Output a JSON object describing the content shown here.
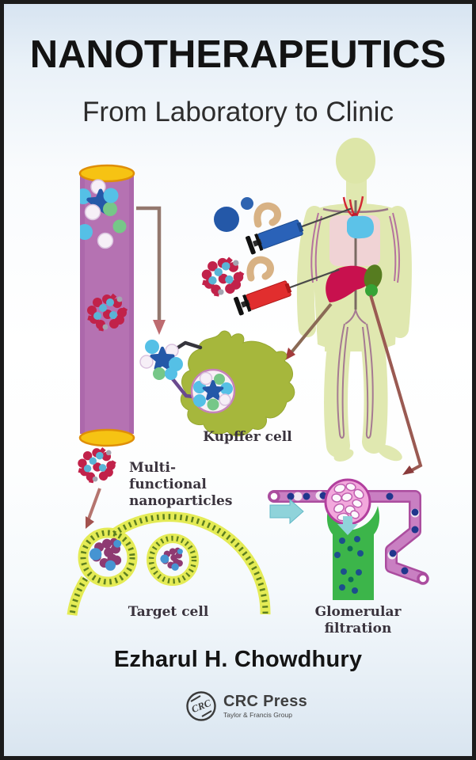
{
  "book": {
    "title": "NANOTHERAPEUTICS",
    "subtitle": "From Laboratory to Clinic",
    "author": "Ezharul H. Chowdhury"
  },
  "captions": {
    "kupffer_cell": "Kupffer cell",
    "multifunctional_line1": "Multi-functional",
    "multifunctional_line2": "nanoparticles",
    "target_cell": "Target cell",
    "glomerular_filtration": "Glomerular filtration"
  },
  "publisher": {
    "abbrev": "CRC",
    "name": "CRC Press",
    "tagline": "Taylor & Francis Group"
  },
  "illustration_icons": [
    "sample-vial-icon",
    "star-nanoparticle-icon",
    "spiky-nanoparticle-icon",
    "dose-circles-icon",
    "sirna-strand-icon",
    "syringe-icon",
    "human-body-icon",
    "kupffer-cell-icon",
    "target-cell-membrane-icon",
    "endosome-icon",
    "glomerulus-icon",
    "nephron-tubule-icon",
    "collecting-duct-icon",
    "flow-arrow-icon"
  ],
  "colors": {
    "border": "#1b1b1b",
    "background_top": "#d7e4f1",
    "background_mid": "#ffffff",
    "vial_purple": "#b572b2",
    "vial_cap_yellow": "#f6c313",
    "nanoparticle_blue": "#2458a8",
    "nanoparticle_cyan": "#55c0e6",
    "nanoparticle_green": "#76c788",
    "nanoparticle_crimson": "#c1224a",
    "sirna_tan": "#d8b284",
    "syringe_blue": "#2a62b8",
    "syringe_red": "#e12e2e",
    "body_silhouette": "#e0e8b0",
    "chest_pink": "#f0d3d5",
    "heart_blue": "#5cc2e8",
    "liver_red": "#c8114e",
    "spleen_green": "#567c20",
    "kupffer_green": "#a6b73c",
    "membrane_yellow": "#e4eb55",
    "membrane_stud_green": "#5d7f20",
    "endosome_purple": "#8e3a72",
    "tube_magenta": "#c36cb8",
    "duct_green": "#3cb54a",
    "flow_cyan": "#8fd3da",
    "arrow_brown": "#93786e",
    "arrow_red": "#a3524e"
  }
}
